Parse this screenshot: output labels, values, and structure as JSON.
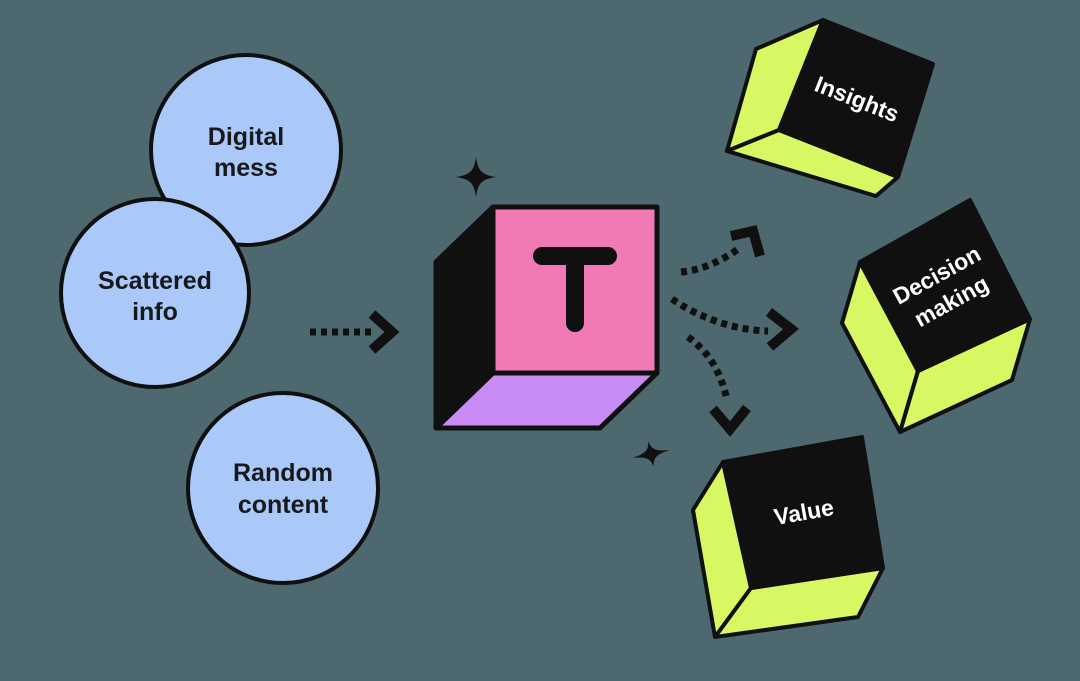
{
  "palette": {
    "background": "#4d686e",
    "circle_fill": "#aac9f8",
    "processor_front": "#f17ab5",
    "processor_bottom": "#c98cf5",
    "processor_side": "#101010",
    "output_front": "#101010",
    "output_side": "#d7f863",
    "outline": "#101010",
    "label_dark": "#17191d",
    "label_light": "#ffffff"
  },
  "inputs": [
    {
      "name": "digital-mess",
      "lines": [
        "Digital",
        "mess"
      ]
    },
    {
      "name": "scattered-info",
      "lines": [
        "Scattered",
        "info"
      ]
    },
    {
      "name": "random-content",
      "lines": [
        "Random",
        "content"
      ]
    }
  ],
  "processor": {
    "letter": "T"
  },
  "outputs": [
    {
      "name": "insights",
      "lines": [
        "Insights"
      ]
    },
    {
      "name": "decision-making",
      "lines": [
        "Decision",
        "making"
      ]
    },
    {
      "name": "value",
      "lines": [
        "Value"
      ]
    }
  ],
  "icons": {
    "sparkle_large": "✦",
    "sparkle_small": "✦"
  }
}
